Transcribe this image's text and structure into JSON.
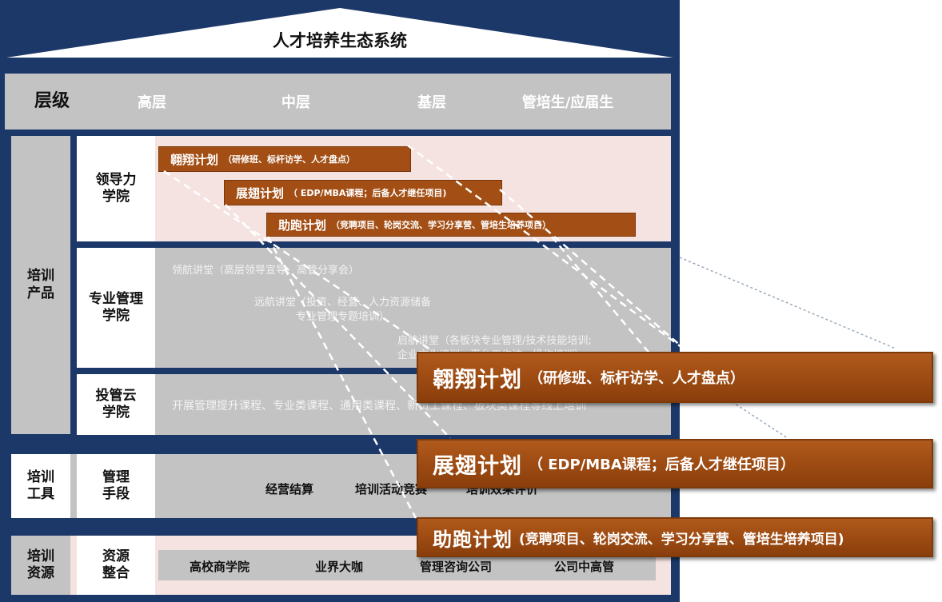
{
  "title": "人才培养生态系统",
  "levels": {
    "label": "层级",
    "items": [
      "高层",
      "中层",
      "基层",
      "管培生/应届生"
    ]
  },
  "training_products": {
    "label": "培训产品",
    "leadership": {
      "label": "领导力学院",
      "plans": [
        {
          "name": "翱翔计划",
          "desc": "（研修班、标杆访学、人才盘点）"
        },
        {
          "name": "展翅计划",
          "desc": "（ EDP/MBA课程；后备人才继任项目)"
        },
        {
          "name": "助跑计划",
          "desc": "（竞聘项目、轮岗交流、学习分享营、管培生培养项目）"
        }
      ]
    },
    "professional": {
      "label": "专业管理学院",
      "lectures": [
        {
          "line1": "领航讲堂（高层领导宣导、高管分享会）",
          "line2": ""
        },
        {
          "line1": "远航讲堂（投资、经营、人力资源储备",
          "line2": "专业管理专题培训）"
        },
        {
          "line1": "启航讲堂（各板块专业管理/技术技能培训;",
          "line2": "企业文化培训、平台工作坊、操作培训）"
        }
      ]
    },
    "cloud": {
      "label": "投管云学院",
      "text": "开展管理提升课程、专业类课程、通用类课程、新员工课程、板块类课程等线上培训"
    }
  },
  "training_tools": {
    "label": "培训工具",
    "sub_label": "管理手段",
    "items": [
      "经营结算",
      "培训活动竞赛",
      "培训效果评价"
    ]
  },
  "training_resources": {
    "label": "培训资源",
    "sub_label": "资源整合",
    "items": [
      "高校商学院",
      "业界大咖",
      "管理咨询公司",
      "公司中高管"
    ]
  },
  "callouts": [
    {
      "name": "翱翔计划",
      "desc": "（研修班、标杆访学、人才盘点）"
    },
    {
      "name": "展翅计划",
      "desc": "（ EDP/MBA课程；后备人才继任项目）"
    },
    {
      "name": "助跑计划",
      "desc": "(竞聘项目、轮岗交流、学习分享营、管培生培养项目)"
    }
  ],
  "colors": {
    "frame": "#1c3868",
    "panel_gray": "#c3c3c3",
    "panel_pink": "#f4e3e1",
    "plan_brown": "#a34e14"
  }
}
